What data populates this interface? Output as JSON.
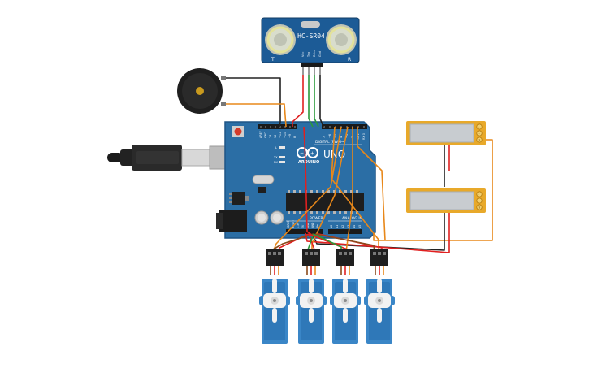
{
  "sensor": {
    "label": "HC-SR04",
    "pin_labels": [
      "Vcc",
      "Trig",
      "Echo",
      "Gnd"
    ],
    "side_labels": [
      "T",
      "R"
    ]
  },
  "arduino": {
    "logo_text": "ARDUINO",
    "model": "UNO",
    "digital_label": "DIGITAL (PWM~)",
    "power_label": "POWER",
    "analog_label": "ANALOG IN",
    "led_labels": [
      "L",
      "TX",
      "RX"
    ],
    "digital_pins": [
      "AREF",
      "GND",
      "13",
      "12",
      "~11",
      "~10",
      "~9",
      "8",
      "7",
      "~6",
      "~5",
      "4",
      "~3",
      "2",
      "TX 1",
      "RX 0"
    ],
    "power_pins": [
      "IOREF",
      "RESET",
      "3.3V",
      "5V",
      "GND",
      "GND",
      "Vin"
    ],
    "analog_pins": [
      "A0",
      "A1",
      "A2",
      "A3",
      "A4",
      "A5"
    ]
  },
  "pir": {
    "pin_labels": [
      "-",
      "+",
      "S"
    ]
  },
  "colors": {
    "board": "#2b6ea5",
    "board_dark": "#1f5585",
    "sensor": "#1c5b96",
    "servo": "#3a86c7",
    "pir_frame": "#e8a92a",
    "buzzer": "#222222",
    "wire_red": "#e02020",
    "wire_black": "#222222",
    "wire_orange": "#e8881a",
    "wire_green": "#2a9a3a",
    "wire_brown": "#8a4a1a"
  }
}
